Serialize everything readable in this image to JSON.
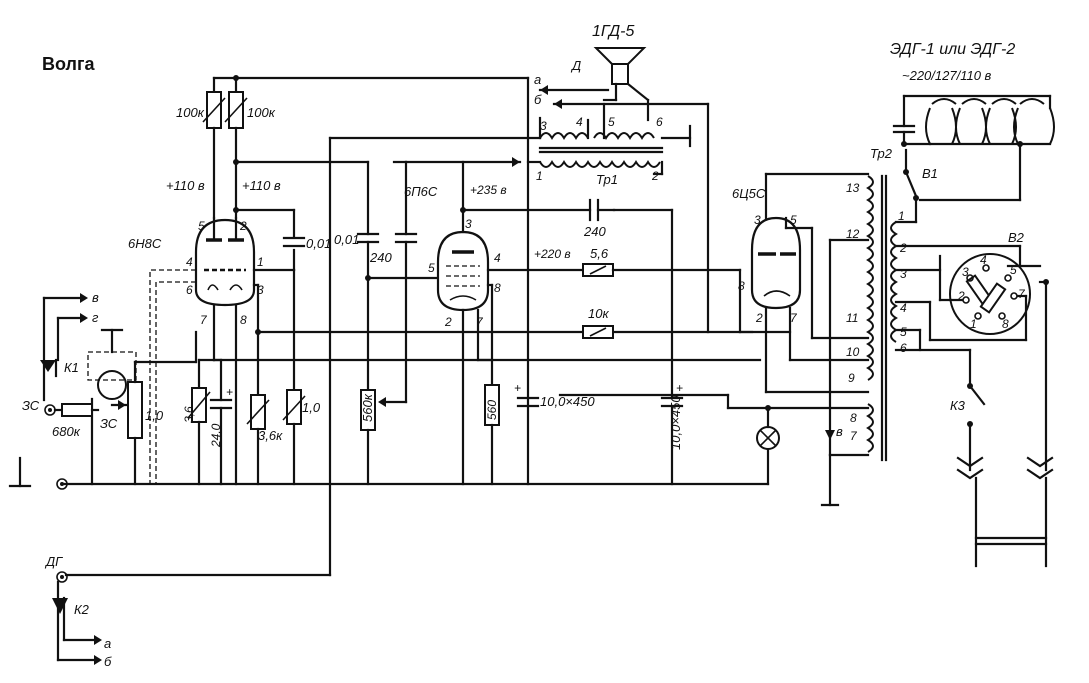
{
  "title": "Волга",
  "speaker": {
    "model": "1ГД-5",
    "symbol": "Д"
  },
  "motor": {
    "model": "ЭДГ-1 или ЭДГ-2",
    "voltage": "~220/127/110 в"
  },
  "tubes": {
    "v1": "6Н8С",
    "v2": "6П6С",
    "v3": "6Ц5С"
  },
  "transformers": {
    "output": "Тр1",
    "power": "Тр2"
  },
  "resistors": {
    "r1": "100к",
    "r2": "100к",
    "r_pot_vol": "1,0",
    "r_3_6": "3,6",
    "r_3_6k": "3,6к",
    "r_1_0": "1,0",
    "r_560k": "560к",
    "r_560": "560",
    "r_5_6": "5,6",
    "r_10k": "10к",
    "r_680k": "680к"
  },
  "capacitors": {
    "c_0_01a": "0,01",
    "c_0_01b": "0,01",
    "c_240a": "240",
    "c_240b": "240",
    "c_24": "24,0",
    "c_10a": "10,0×450",
    "c_10b": "10,0×450"
  },
  "voltages": {
    "v110a": "+110 в",
    "v110b": "+110 в",
    "v235": "+235 в",
    "v220": "+220 в"
  },
  "switches": {
    "k1": "К1",
    "k2": "К2",
    "k3": "К3",
    "b1": "В1",
    "b2": "В2"
  },
  "connectors": {
    "zs": "ЗС",
    "zs2": "ЗС",
    "dg": "ДГ",
    "a": "а",
    "b": "б",
    "v": "в",
    "g": "г"
  },
  "pins": {
    "v1": [
      "5",
      "2",
      "4",
      "6",
      "1",
      "3",
      "7",
      "8"
    ],
    "v2": [
      "3",
      "4",
      "5",
      "2",
      "7",
      "8"
    ],
    "v3": [
      "3",
      "5",
      "8",
      "2",
      "7"
    ],
    "tr1": [
      "3",
      "4",
      "5",
      "6",
      "1",
      "2"
    ],
    "tr2_sec": [
      "13",
      "12",
      "11",
      "10",
      "9",
      "8",
      "7"
    ],
    "tr2_pri": [
      "1",
      "2",
      "3",
      "4",
      "5",
      "6"
    ],
    "b2": [
      "3",
      "4",
      "5",
      "2",
      "7",
      "1",
      "8"
    ]
  }
}
